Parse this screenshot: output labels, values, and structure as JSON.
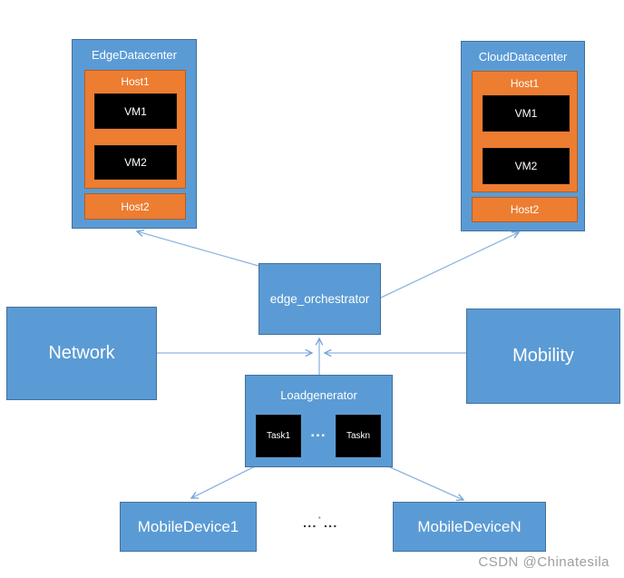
{
  "diagram": {
    "edge_datacenter": {
      "title": "EdgeDatacenter",
      "host1": {
        "label": "Host1",
        "vm1": "VM1",
        "vm2": "VM2"
      },
      "host2": {
        "label": "Host2"
      }
    },
    "cloud_datacenter": {
      "title": "CloudDatacenter",
      "host1": {
        "label": "Host1",
        "vm1": "VM1",
        "vm2": "VM2"
      },
      "host2": {
        "label": "Host2"
      }
    },
    "orchestrator": {
      "label": "edge_orchestrator"
    },
    "network": {
      "label": "Network"
    },
    "mobility": {
      "label": "Mobility"
    },
    "load_generator": {
      "title": "Loadgenerator",
      "task1": "Task1",
      "ellipsis": "...",
      "taskn": "Taskn"
    },
    "mobile_device_1": {
      "label": "MobileDevice1"
    },
    "mobile_device_n": {
      "label": "MobileDeviceN"
    },
    "devices_ellipsis": {
      "left": "...",
      "dot": "·",
      "right": "..."
    },
    "watermark": "CSDN @Chinatesila"
  },
  "colors": {
    "background": "#FFFFFF",
    "box_blue": "#5B9BD5",
    "box_blue_border": "#41719C",
    "orange": "#ED7D31",
    "orange_border": "#B25D1F",
    "black_box": "#000000",
    "label_text": "#FFFFFF",
    "connector_line": "#8FB5E0",
    "arrowhead": "#6FA0D6",
    "ellipsis_text": "#3A3A3A",
    "ellipsis_dot": "#8A8A8A",
    "watermark_text": "#9E9E9E"
  }
}
